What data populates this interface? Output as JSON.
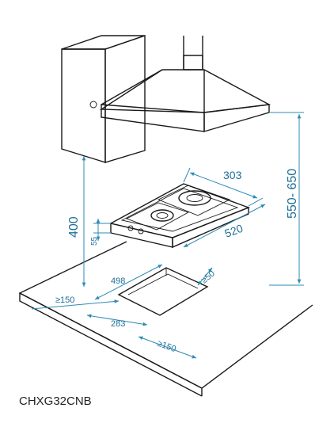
{
  "model": "CHXG32CNB",
  "dimensions": {
    "hood_height": "550- 650",
    "hob_depth": "303",
    "hob_width": "520",
    "hob_height": "55",
    "wall_gap": "400",
    "cutout_length": "498",
    "cutout_depth": "283",
    "min_front": "≥50",
    "min_left": "≥150",
    "min_right": "≥150"
  },
  "colors": {
    "line": "#1a1a1a",
    "dimension": "#2e8bb5"
  }
}
